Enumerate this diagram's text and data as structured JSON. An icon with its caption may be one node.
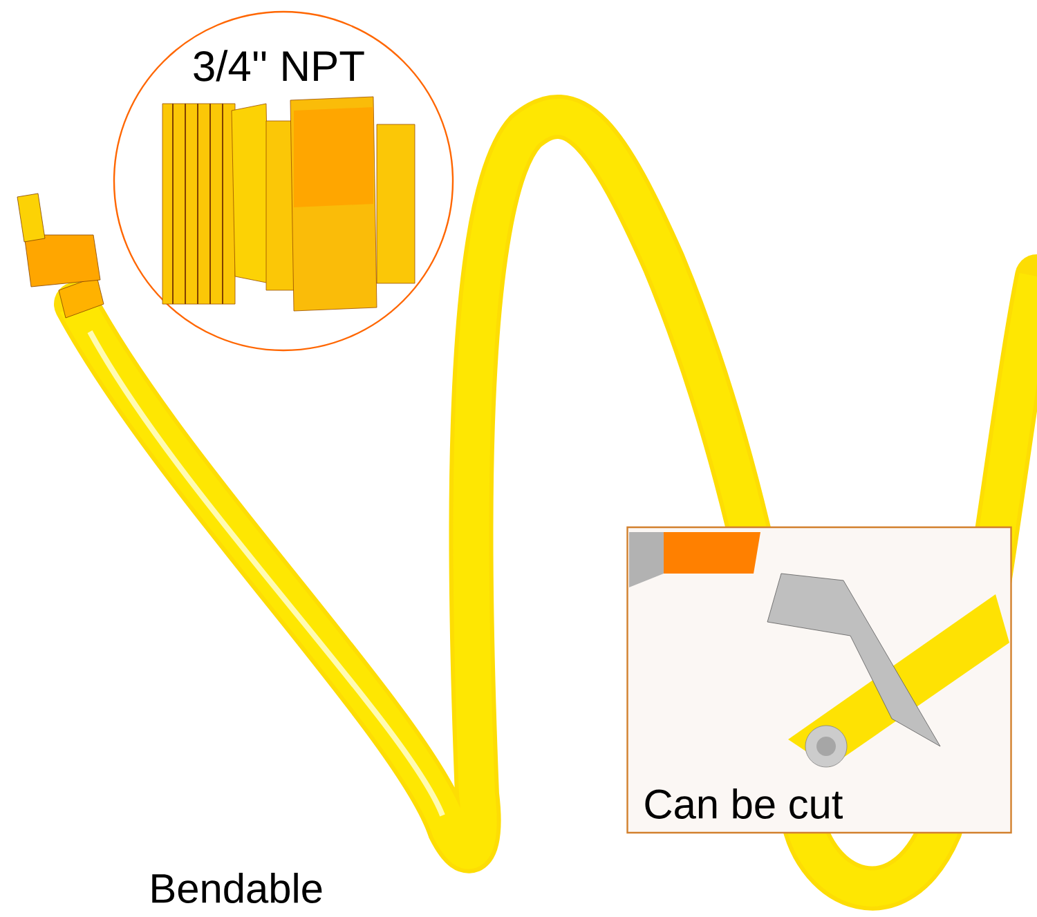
{
  "diagram": {
    "nodes": [
      {
        "text": [
          "3/4'' NPT"
        ]
      },
      {
        "text": [
          "Can be cut"
        ]
      }
    ],
    "labels": [
      "Bendable"
    ]
  }
}
